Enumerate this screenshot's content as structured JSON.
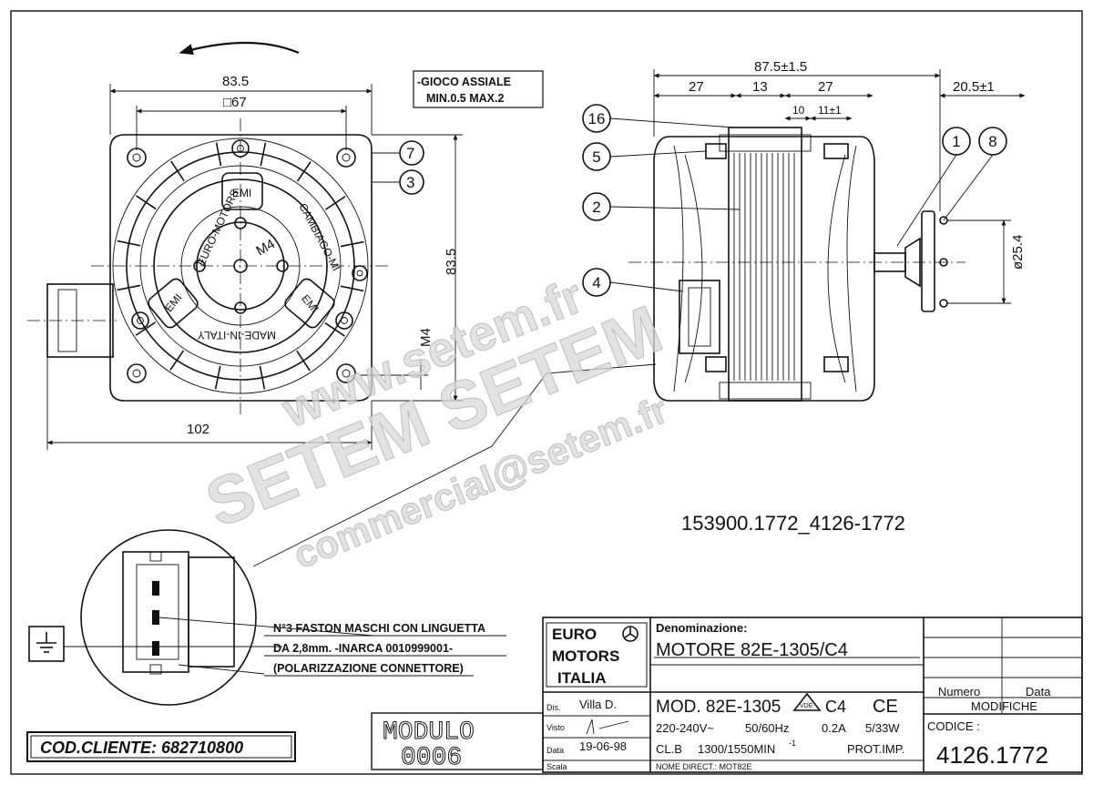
{
  "motor_labels": {
    "brand_ring_left": "EURO-MOTORS",
    "brand_ring_right": "CAMBIAGO-MI",
    "brand_ring_bottom": "MADE-IN-ITALY",
    "emi": "EMI",
    "thread": "M4"
  },
  "front_view": {
    "dim_width": "83.5",
    "dim_square": "□67",
    "dim_height": "83.5",
    "dim_base": "102",
    "dim_thread": "M4",
    "ref_7": "7",
    "ref_3": "3"
  },
  "axial_play": {
    "line1": "-GIOCO ASSIALE",
    "line2": "MIN.0.5  MAX.2"
  },
  "side_view": {
    "dim_total": "87.5±1.5",
    "dim_27a": "27",
    "dim_13": "13",
    "dim_27b": "27",
    "dim_shaft": "20.5±1",
    "dim_10": "10",
    "dim_11": "11±1",
    "dim_diam": "ø25.4",
    "refs": [
      "16",
      "5",
      "2",
      "4",
      "1",
      "8"
    ]
  },
  "drawing_code": "153900.1772_4126-1772",
  "connector_note": {
    "line1": "N°3 FASTON MASCHI CON LINGUETTA",
    "line2": "DA 2,8mm. -INARCA 0010999001-",
    "line3": "(POLARIZZAZIONE CONNETTORE)"
  },
  "customer_code": "COD.CLIENTE:  682710800",
  "modulo": {
    "label": "MODULO",
    "number": "0006"
  },
  "title_block": {
    "logo": [
      "EURO",
      "MOTORS",
      "ITALIA"
    ],
    "denominazione_label": "Denominazione:",
    "denominazione": "MOTORE  82E-1305/C4",
    "dis_label": "Dis.",
    "dis_value": "Villa D.",
    "visto_label": "Visto",
    "data_label": "Data",
    "data_value": "19-06-98",
    "scala_label": "Scala",
    "model": "MOD.  82E-1305",
    "vde": "VDE",
    "c4": "C4",
    "ce": "CE",
    "spec1_voltage": "220-240V~",
    "spec1_freq": "50/60Hz",
    "spec1_current": "0.2A",
    "spec1_power": "5/33W",
    "spec2_class": "CL.B",
    "spec2_speed": "1300/1550MIN",
    "spec2_exp": "-1",
    "spec2_prot": "PROT.IMP.",
    "nome_direct": "NOME DIRECT.: MOT82E",
    "numero_label": "Numero",
    "data_col_label": "Data",
    "modifiche_label": "MODIFICHE",
    "codice_label": "CODICE :",
    "codice_value": "4126.1772"
  },
  "watermarks": [
    "www.setem.fr",
    "SETEM  SETEM",
    "commercial@setem.fr"
  ]
}
